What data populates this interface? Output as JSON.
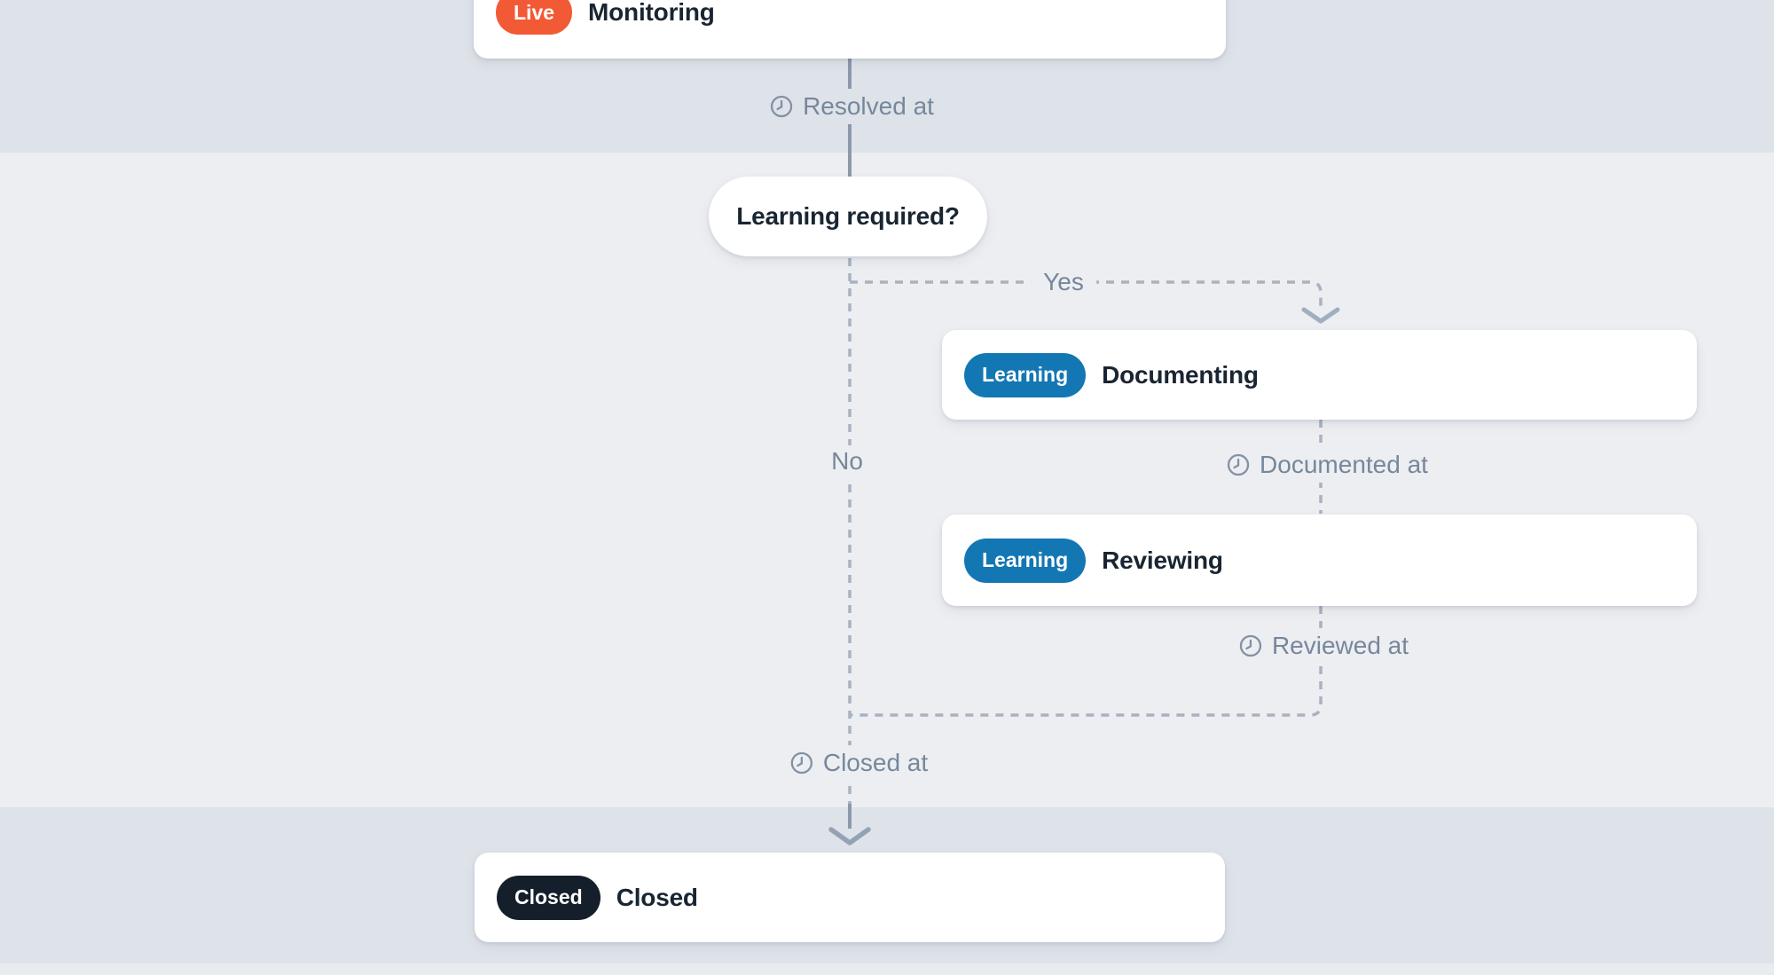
{
  "workflow": {
    "nodes": {
      "monitoring": {
        "badge": "Live",
        "title": "Monitoring",
        "badge_style": "background:#f25a35"
      },
      "decision": {
        "question": "Learning required?"
      },
      "documenting": {
        "badge": "Learning",
        "title": "Documenting",
        "badge_style": "background:#1377b4"
      },
      "reviewing": {
        "badge": "Learning",
        "title": "Reviewing",
        "badge_style": "background:#1377b4"
      },
      "closed": {
        "badge": "Closed",
        "title": "Closed",
        "badge_style": "background:#151e2b"
      }
    },
    "edges": {
      "resolved_at": {
        "label": "Resolved at"
      },
      "yes_branch": {
        "label": "Yes"
      },
      "no_branch": {
        "label": "No"
      },
      "documented_at": {
        "label": "Documented at"
      },
      "reviewed_at": {
        "label": "Reviewed at"
      },
      "closed_at": {
        "label": "Closed at"
      }
    },
    "bands": {
      "top": {
        "style": "background:#dee3ea"
      },
      "middle": {
        "style": "background:#eceef1"
      },
      "bottom": {
        "style": "background:#dee3ea"
      },
      "footer": {
        "style": "background:#e9ecef"
      }
    },
    "colors": {
      "live_badge": "#f25a35",
      "learning_badge": "#1377b4",
      "closed_badge": "#151e2b",
      "card_title": "#1a2532",
      "edge_label_text": "#77879b",
      "solid_line": "#8d99aa",
      "dashed_line": "#a8b2c1",
      "card_background": "#ffffff"
    }
  }
}
